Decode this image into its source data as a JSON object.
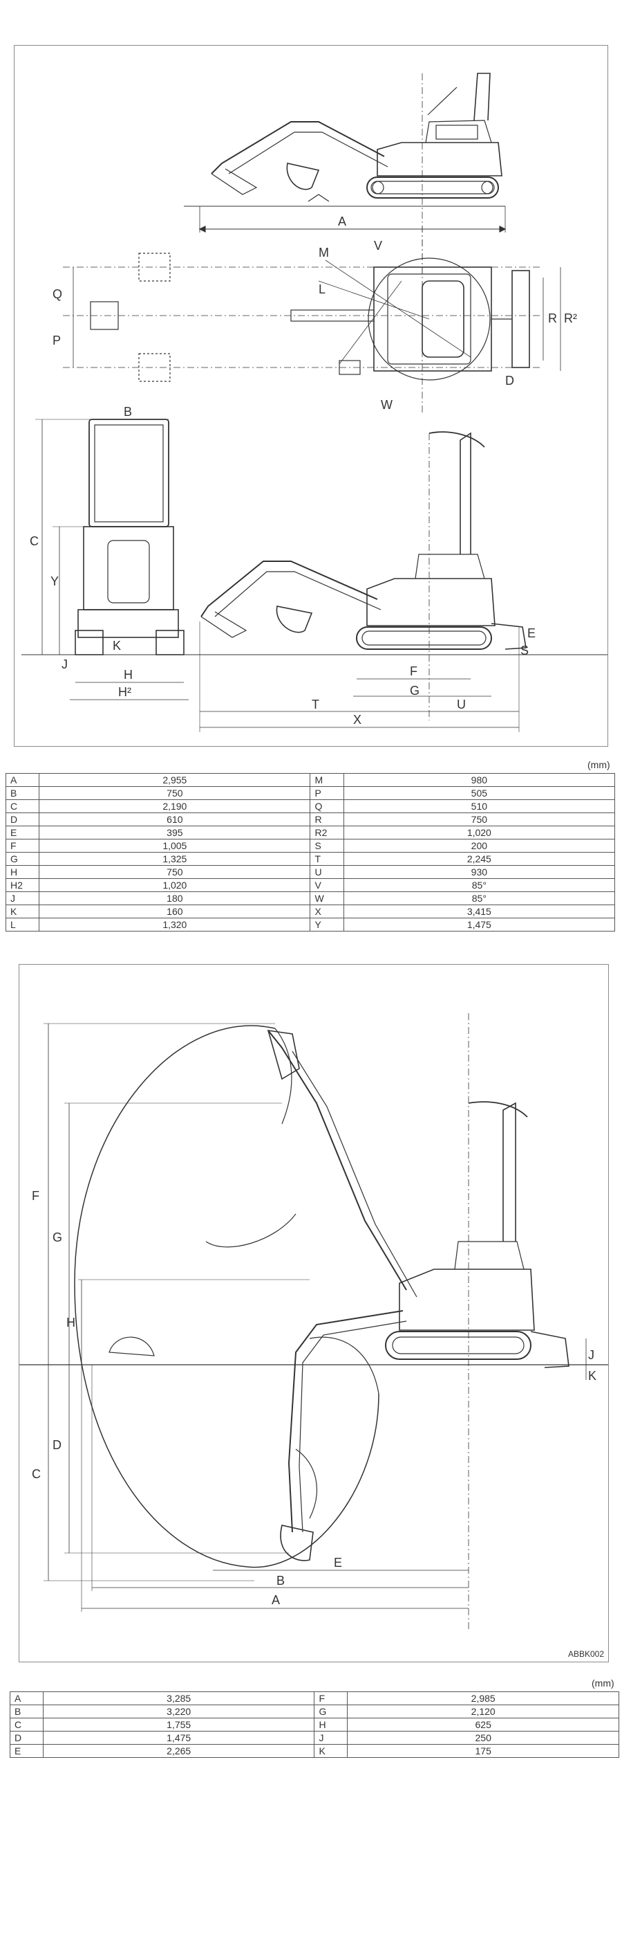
{
  "unit_label": "(mm)",
  "figure_code": "ABBK002",
  "fig1_labels": {
    "A": "A",
    "B": "B",
    "C": "C",
    "D": "D",
    "E": "E",
    "F": "F",
    "G": "G",
    "H": "H",
    "H2": "H²",
    "J": "J",
    "K": "K",
    "L": "L",
    "M": "M",
    "P": "P",
    "Q": "Q",
    "R": "R",
    "R2": "R²",
    "S": "S",
    "T": "T",
    "U": "U",
    "V": "V",
    "W": "W",
    "X": "X",
    "Y": "Y"
  },
  "fig2_labels": {
    "A": "A",
    "B": "B",
    "C": "C",
    "D": "D",
    "E": "E",
    "F": "F",
    "G": "G",
    "H": "H",
    "J": "J",
    "K": "K"
  },
  "table1": {
    "rows": [
      {
        "k1": "A",
        "v1": "2,955",
        "k2": "M",
        "v2": "980"
      },
      {
        "k1": "B",
        "v1": "750",
        "k2": "P",
        "v2": "505"
      },
      {
        "k1": "C",
        "v1": "2,190",
        "k2": "Q",
        "v2": "510"
      },
      {
        "k1": "D",
        "v1": "610",
        "k2": "R",
        "v2": "750"
      },
      {
        "k1": "E",
        "v1": "395",
        "k2": "R2",
        "v2": "1,020"
      },
      {
        "k1": "F",
        "v1": "1,005",
        "k2": "S",
        "v2": "200"
      },
      {
        "k1": "G",
        "v1": "1,325",
        "k2": "T",
        "v2": "2,245"
      },
      {
        "k1": "H",
        "v1": "750",
        "k2": "U",
        "v2": "930"
      },
      {
        "k1": "H2",
        "v1": "1,020",
        "k2": "V",
        "v2": "85°"
      },
      {
        "k1": "J",
        "v1": "180",
        "k2": "W",
        "v2": "85°"
      },
      {
        "k1": "K",
        "v1": "160",
        "k2": "X",
        "v2": "3,415"
      },
      {
        "k1": "L",
        "v1": "1,320",
        "k2": "Y",
        "v2": "1,475"
      }
    ]
  },
  "table2": {
    "rows": [
      {
        "k1": "A",
        "v1": "3,285",
        "k2": "F",
        "v2": "2,985"
      },
      {
        "k1": "B",
        "v1": "3,220",
        "k2": "G",
        "v2": "2,120"
      },
      {
        "k1": "C",
        "v1": "1,755",
        "k2": "H",
        "v2": "625"
      },
      {
        "k1": "D",
        "v1": "1,475",
        "k2": "J",
        "v2": "250"
      },
      {
        "k1": "E",
        "v1": "2,265",
        "k2": "K",
        "v2": "175"
      }
    ]
  }
}
